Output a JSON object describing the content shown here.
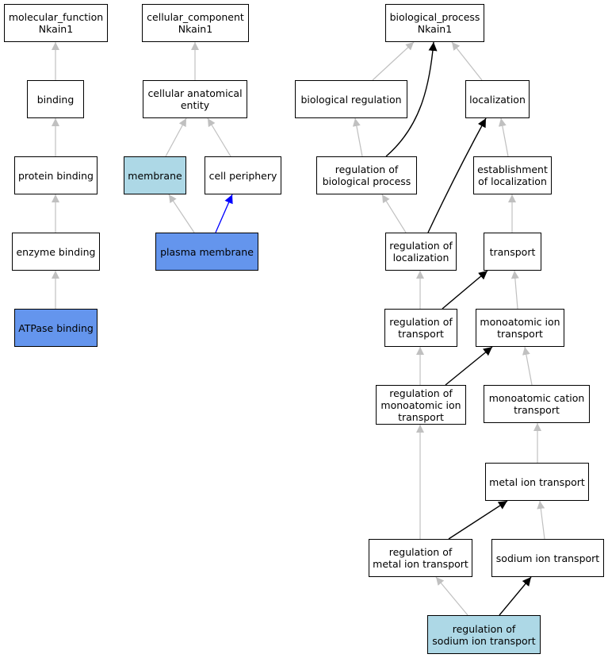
{
  "colors": {
    "light_highlight": "#add8e6",
    "strong_highlight": "#6495ed",
    "edge_gray": "#c0c0c0",
    "edge_black": "#000000",
    "edge_blue": "#0000ff"
  },
  "nodes": {
    "mf_root": "molecular_function\nNkain1",
    "binding": "binding",
    "protein_binding": "protein binding",
    "enzyme_binding": "enzyme binding",
    "atpase_binding": "ATPase binding",
    "cc_root": "cellular_component\nNkain1",
    "cellular_anatomical_entity": "cellular anatomical\nentity",
    "membrane": "membrane",
    "cell_periphery": "cell periphery",
    "plasma_membrane": "plasma membrane",
    "bp_root": "biological_process\nNkain1",
    "biological_regulation": "biological regulation",
    "localization": "localization",
    "regulation_of_biological_process": "regulation of\nbiological process",
    "establishment_of_localization": "establishment\nof localization",
    "regulation_of_localization": "regulation of\nlocalization",
    "transport": "transport",
    "regulation_of_transport": "regulation of\ntransport",
    "monoatomic_ion_transport": "monoatomic ion\ntransport",
    "regulation_of_monoatomic_ion_transport": "regulation of\nmonoatomic ion\ntransport",
    "monoatomic_cation_transport": "monoatomic cation\ntransport",
    "metal_ion_transport": "metal ion transport",
    "regulation_of_metal_ion_transport": "regulation of\nmetal ion transport",
    "sodium_ion_transport": "sodium ion transport",
    "regulation_of_sodium_ion_transport": "regulation of\nsodium ion transport"
  }
}
